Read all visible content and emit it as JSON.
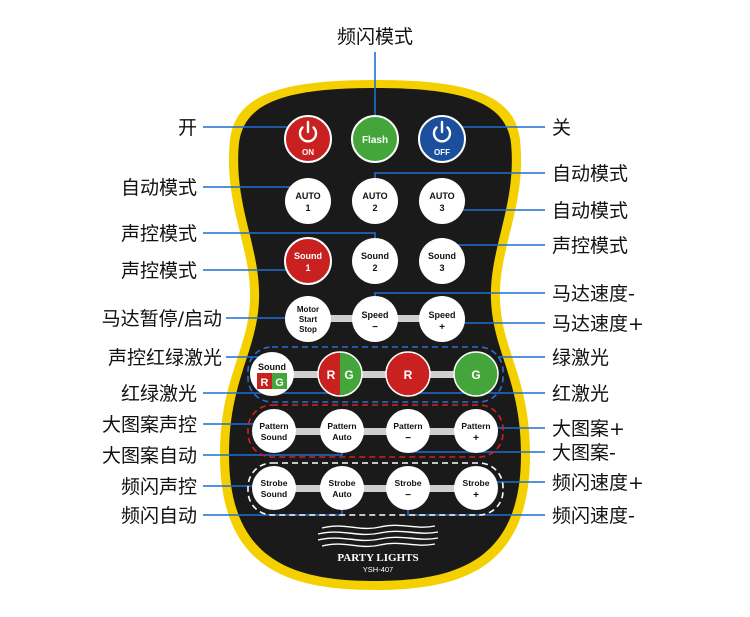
{
  "colors": {
    "body": "#1a1a1a",
    "rim": "#f5d000",
    "line": "#1f6fd1",
    "red": "#c8211f",
    "green": "#44a63a",
    "blue": "#1b4f9e",
    "white_button": "#ffffff",
    "dash_blue": "#2a6fd6",
    "dash_red": "#d81f1f",
    "dash_white": "#ffffff"
  },
  "labels": {
    "top": "频闪模式",
    "on": "开",
    "off": "关",
    "auto_left": "自动模式",
    "auto_right_1": "自动模式",
    "auto_right_2": "自动模式",
    "sound_left_1": "声控模式",
    "sound_left_2": "声控模式",
    "sound_right": "声控模式",
    "motor": "马达暂停/启动",
    "speed_minus": "马达速度-",
    "speed_plus": "马达速度+",
    "sound_rg": "声控红绿激光",
    "green_laser": "绿激光",
    "rg_laser": "红绿激光",
    "red_laser": "红激光",
    "pattern_sound": "大图案声控",
    "pattern_plus": "大图案+",
    "pattern_auto": "大图案自动",
    "pattern_minus": "大图案-",
    "strobe_sound": "频闪声控",
    "strobe_plus": "频闪速度+",
    "strobe_auto": "频闪自动",
    "strobe_minus": "频闪速度-"
  },
  "buttons": {
    "on": {
      "icon": "power-icon",
      "text": "ON"
    },
    "flash": {
      "text": "Flash"
    },
    "off": {
      "icon": "power-icon",
      "text": "OFF"
    },
    "auto1": {
      "line1": "AUTO",
      "line2": "1"
    },
    "auto2": {
      "line1": "AUTO",
      "line2": "2"
    },
    "auto3": {
      "line1": "AUTO",
      "line2": "3"
    },
    "sound1": {
      "line1": "Sound",
      "line2": "1"
    },
    "sound2": {
      "line1": "Sound",
      "line2": "2"
    },
    "sound3": {
      "line1": "Sound",
      "line2": "3"
    },
    "motor": {
      "line1": "Motor",
      "line2": "Start",
      "line3": "Stop"
    },
    "speed_minus": {
      "line1": "Speed",
      "line2": "−"
    },
    "speed_plus": {
      "line1": "Speed",
      "line2": "+"
    },
    "sound_rg": {
      "line1": "Sound",
      "r": "R",
      "g": "G"
    },
    "rg": {
      "r": "R",
      "g": "G"
    },
    "r": {
      "text": "R"
    },
    "g": {
      "text": "G"
    },
    "pattern_sound": {
      "line1": "Pattern",
      "line2": "Sound"
    },
    "pattern_auto": {
      "line1": "Pattern",
      "line2": "Auto"
    },
    "pattern_minus": {
      "line1": "Pattern",
      "line2": "−"
    },
    "pattern_plus": {
      "line1": "Pattern",
      "line2": "+"
    },
    "strobe_sound": {
      "line1": "Strobe",
      "line2": "Sound"
    },
    "strobe_auto": {
      "line1": "Strobe",
      "line2": "Auto"
    },
    "strobe_minus": {
      "line1": "Strobe",
      "line2": "−"
    },
    "strobe_plus": {
      "line1": "Strobe",
      "line2": "+"
    }
  },
  "brand": {
    "name": "PARTY LIGHTS",
    "model": "YSH-407"
  }
}
